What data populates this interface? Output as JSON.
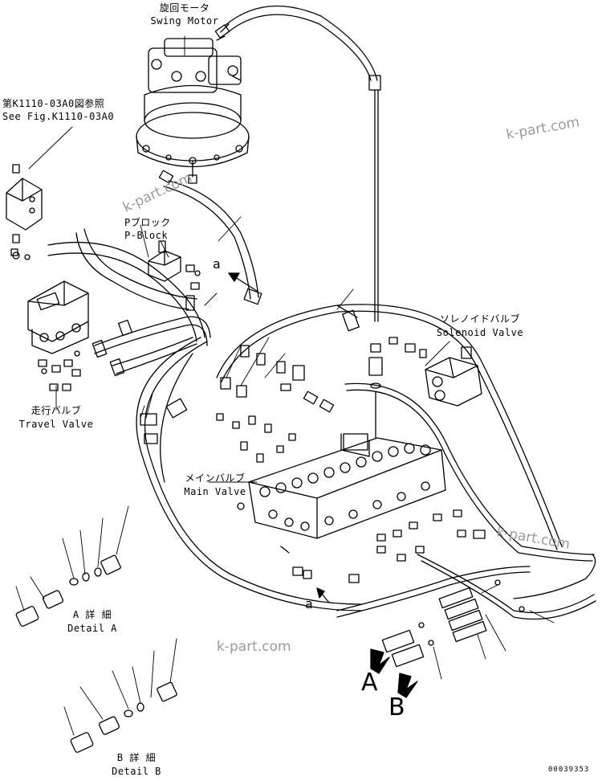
{
  "labels": {
    "swing_motor_jp": "旋回モータ",
    "swing_motor_en": "Swing Motor",
    "ref_jp": "第K1110-03A0図参照",
    "ref_en": "See Fig.K1110-03A0",
    "pblock_jp": "Pブロック",
    "pblock_en": "P-Block",
    "solenoid_jp": "ソレノイドバルブ",
    "solenoid_en": "Solenoid Valve",
    "travel_jp": "走行バルブ",
    "travel_en": "Travel Valve",
    "main_jp": "メインバルブ",
    "main_en": "Main Valve",
    "detail_a_jp": "A 詳 細",
    "detail_a_en": "Detail A",
    "detail_b_jp": "B 詳 細",
    "detail_b_en": "Detail B",
    "arrow_a_upper": "a",
    "arrow_a_lower": "a",
    "view_a": "A",
    "view_b": "B"
  },
  "watermark": "k-part.com",
  "part_number": "00039353",
  "colors": {
    "line": "#000000",
    "watermark": "#9a9a9a"
  }
}
